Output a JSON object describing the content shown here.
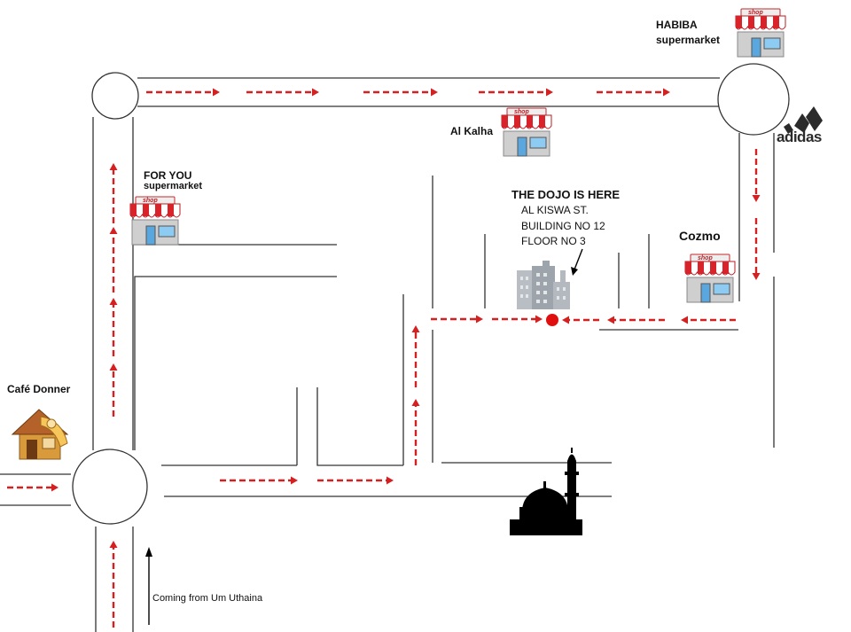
{
  "map": {
    "landmarks": {
      "habiba": {
        "line1": "HABIBA",
        "line2": "supermarket",
        "icon": "shop-icon"
      },
      "al_kalha": {
        "label": "Al Kalha",
        "icon": "shop-icon"
      },
      "for_you": {
        "line1": "FOR YOU",
        "line2": "supermarket",
        "icon": "shop-icon"
      },
      "cozmo": {
        "label": "Cozmo",
        "icon": "shop-icon"
      },
      "cafe": {
        "label": "Café Donner",
        "icon": "cafe-hut-icon"
      },
      "adidas": {
        "label": "adidas",
        "icon": "adidas-logo"
      },
      "mosque": {
        "icon": "mosque-icon"
      },
      "dojo_building": {
        "icon": "office-building-icon"
      }
    },
    "shop_sign": "shop",
    "dojo": {
      "title": "THE DOJO IS HERE",
      "street": "AL KISWA ST.",
      "building": "BUILDING NO 12",
      "floor": "FLOOR NO 3"
    },
    "incoming": {
      "label": "Coming from Um Uthaina"
    },
    "colors": {
      "route": "#d42020",
      "road_edge": "#333333",
      "destination": "#e01010",
      "awning_red": "#d8232a",
      "shop_wall": "#c8c8c8"
    }
  }
}
